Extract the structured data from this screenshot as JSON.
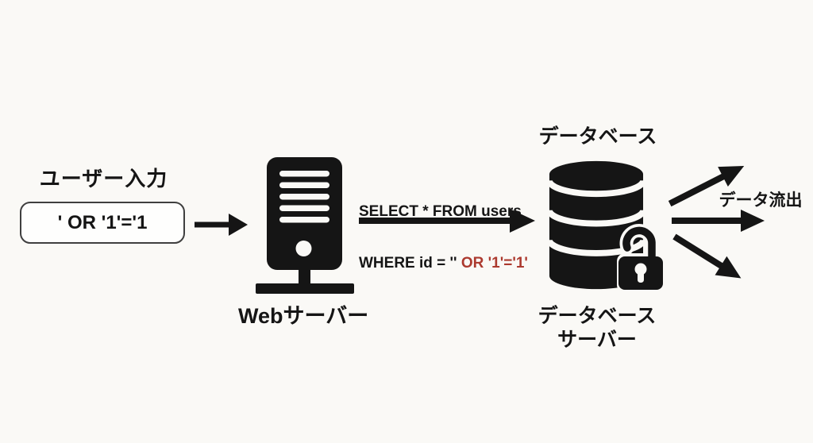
{
  "user_input": {
    "label": "ユーザー入力",
    "value": "' OR '1'='1"
  },
  "web_server": {
    "label": "Webサーバー"
  },
  "sql_query": {
    "line1": "SELECT * FROM users",
    "line2_normal": "WHERE id = '' ",
    "line2_injected": "OR '1'='1'"
  },
  "database": {
    "label_top": "データベース",
    "label_bottom": [
      "データベース",
      "サーバー"
    ]
  },
  "data_leak": {
    "label": "データ流出"
  },
  "icons": {
    "web_server": "server-icon",
    "database": "database-cylinder-icon",
    "breach": "open-padlock-icon",
    "flow": [
      "arrow-right-icon",
      "arrow-right-icon",
      "arrow-up-right-icon",
      "arrow-right-icon",
      "arrow-down-right-icon"
    ]
  },
  "colors": {
    "background": "#FAF9F6",
    "ink": "#151515",
    "sql_injection_red": "#AC3A2F",
    "input_box_border": "#3F3F3F",
    "input_box_fill": "#FEFEFD"
  }
}
